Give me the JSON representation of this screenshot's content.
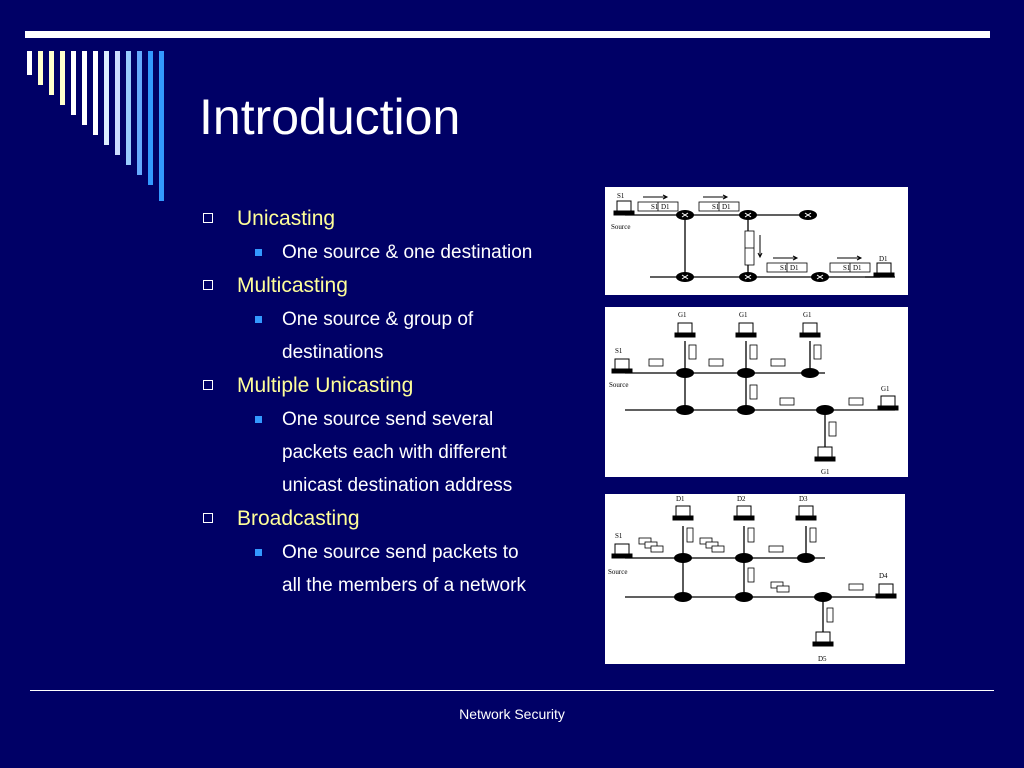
{
  "slide": {
    "title": "Introduction",
    "footer": "Network Security"
  },
  "bullets": [
    {
      "label": "Unicasting",
      "sub": [
        "One source & one destination"
      ]
    },
    {
      "label": "Multicasting",
      "sub": [
        "One source & group of",
        "destinations"
      ]
    },
    {
      "label": "Multiple Unicasting",
      "sub": [
        "One source send several",
        "packets each with different",
        "unicast  destination address"
      ]
    },
    {
      "label": "Broadcasting",
      "sub": [
        "One source send packets to",
        "all the members of a network"
      ]
    }
  ],
  "figures": {
    "unicast": {
      "source_label": "S1",
      "source_caption": "Source",
      "dest_label": "D1",
      "packet_src": "S1",
      "packet_dst": "D1"
    },
    "multicast": {
      "source_label": "S1",
      "source_caption": "Source",
      "group_label": "G1"
    },
    "broadcast": {
      "source_label": "S1",
      "source_caption": "Source",
      "d1": "D1",
      "d2": "D2",
      "d3": "D3",
      "d4": "D4",
      "d5": "D5"
    }
  },
  "colors": {
    "background": "#000066",
    "title": "#ffffff",
    "level1_text": "#ffff99",
    "level2_text": "#ffffff",
    "level2_marker": "#3399ff"
  }
}
